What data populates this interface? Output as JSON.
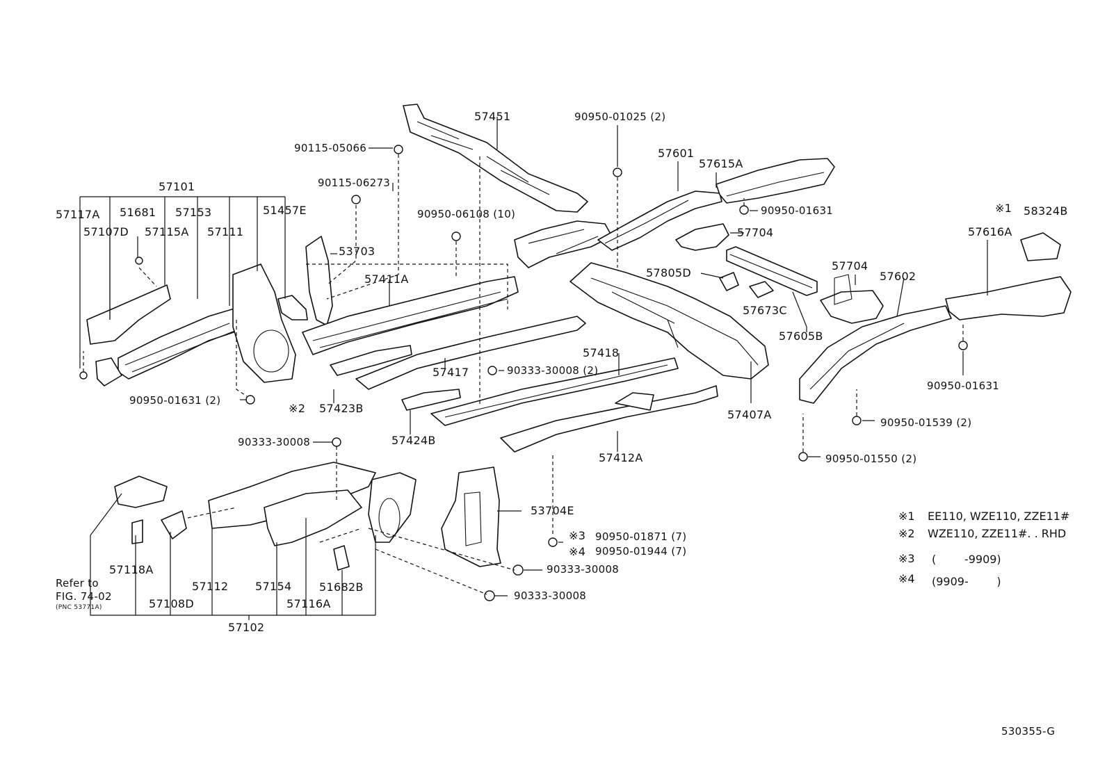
{
  "diagram": {
    "code": "530355-G",
    "part_labels": {
      "p57451": "57451",
      "p90950_01025": "90950-01025 (2)",
      "p90115_05066": "90115-05066",
      "p90115_06273": "90115-06273",
      "p57601": "57601",
      "p57615A": "57615A",
      "p90950_01631_a": "90950-01631",
      "p58324B": "58324B",
      "p57616A": "57616A",
      "p57101": "57101",
      "p57117A": "57117A",
      "p51681": "51681",
      "p57153": "57153",
      "p51457E": "51457E",
      "p57107D": "57107D",
      "p57115A": "57115A",
      "p57111": "57111",
      "p53703": "53703",
      "p90950_06108": "90950-06108 (10)",
      "p57704_a": "57704",
      "p57411A": "57411A",
      "p57805D": "57805D",
      "p57704_b": "57704",
      "p57602": "57602",
      "p57673C": "57673C",
      "p57605B": "57605B",
      "p57418": "57418",
      "p57417": "57417",
      "p90333_30008_2": "90333-30008 (2)",
      "p90950_01631_b": "90950-01631",
      "p90950_01631_2": "90950-01631 (2)",
      "p57423B": "57423B",
      "p57407A": "57407A",
      "p90950_01539": "90950-01539 (2)",
      "p57424B": "57424B",
      "p90333_30008_a": "90333-30008",
      "p57412A": "57412A",
      "p90950_01550": "90950-01550 (2)",
      "p53704E": "53704E",
      "p90950_01871": "90950-01871 (7)",
      "p90950_01944": "90950-01944 (7)",
      "p57118A": "57118A",
      "p57112": "57112",
      "p57154": "57154",
      "p51682B": "51682B",
      "p90333_30008_b": "90333-30008",
      "p90333_30008_c": "90333-30008",
      "p57108D": "57108D",
      "p57116A": "57116A",
      "p57102": "57102"
    },
    "marks": {
      "m1": "※1",
      "m2": "※2",
      "m3": "※3",
      "m4": "※4"
    },
    "refer": {
      "line1": "Refer to",
      "line2": "FIG. 74-02",
      "line3": "(PNC 53771A)"
    },
    "notes": [
      {
        "mark": "※1",
        "text": "EE110, WZE110, ZZE11#"
      },
      {
        "mark": "※2",
        "text": "WZE110, ZZE11#. . RHD"
      },
      {
        "mark": "※3",
        "text": "(        -9909)"
      },
      {
        "mark": "※4",
        "text": "(9909-        )"
      }
    ]
  }
}
